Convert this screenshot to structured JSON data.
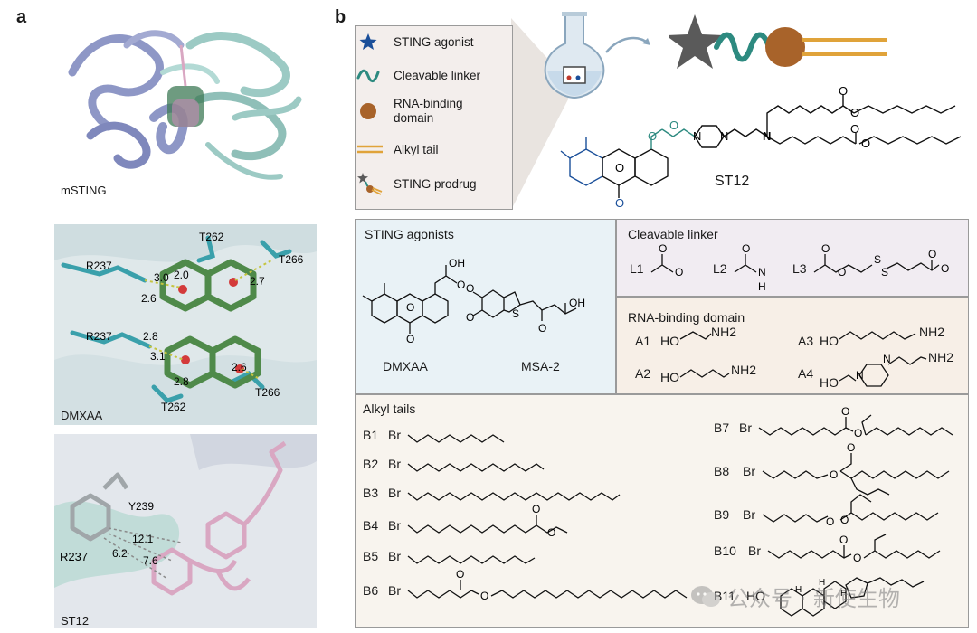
{
  "panel_a": {
    "letter": "a",
    "top_label": "mSTING",
    "mid_label": "DMXAA",
    "bot_label": "ST12",
    "mid_residues": [
      "T262",
      "R237",
      "T266",
      "R237",
      "T266",
      "T262"
    ],
    "mid_distances": [
      "3.0",
      "2.0",
      "2.6",
      "2.7",
      "2.8",
      "3.1",
      "2.6",
      "2.8"
    ],
    "bot_residues": [
      "Y239",
      "R237"
    ],
    "bot_distances": [
      "12.1",
      "6.2",
      "7.6"
    ]
  },
  "panel_b": {
    "letter": "b",
    "legend": [
      {
        "icon": "star-icon",
        "label": "STING agonist"
      },
      {
        "icon": "wave-icon",
        "label": "Cleavable linker"
      },
      {
        "icon": "sphere-icon",
        "label": "RNA-binding\ndomain"
      },
      {
        "icon": "tail-icon",
        "label": "Alkyl tail"
      },
      {
        "icon": "prodrug-icon",
        "label": "STING prodrug"
      }
    ],
    "st12_label": "ST12",
    "st12_atoms": [
      "O",
      "O",
      "N",
      "N",
      "N",
      "O",
      "O",
      "O",
      "O",
      "O",
      "O"
    ],
    "agonists": {
      "title": "STING agonists",
      "names": [
        "DMXAA",
        "MSA-2"
      ],
      "atoms": [
        "OH",
        "O",
        "O",
        "O",
        "O",
        "O",
        "S",
        "O",
        "OH"
      ]
    },
    "linkers": {
      "title": "Cleavable linker",
      "items": [
        {
          "id": "L1"
        },
        {
          "id": "L2",
          "atoms": [
            "O",
            "N",
            "H"
          ]
        },
        {
          "id": "L3",
          "atoms": [
            "O",
            "O",
            "S",
            "S",
            "O",
            "O"
          ]
        }
      ]
    },
    "rna": {
      "title": "RNA-binding domain",
      "items": [
        {
          "id": "A1",
          "left": "HO",
          "right": "NH2"
        },
        {
          "id": "A2",
          "left": "HO",
          "right": "NH2"
        },
        {
          "id": "A3",
          "left": "HO",
          "right": "NH2"
        },
        {
          "id": "A4",
          "left": "HO",
          "right": "NH2",
          "atoms": [
            "N",
            "N"
          ]
        }
      ]
    },
    "tails": {
      "title": "Alkyl tails",
      "items": [
        {
          "id": "B1",
          "br": "Br"
        },
        {
          "id": "B2",
          "br": "Br"
        },
        {
          "id": "B3",
          "br": "Br"
        },
        {
          "id": "B4",
          "br": "Br"
        },
        {
          "id": "B5",
          "br": "Br"
        },
        {
          "id": "B6",
          "br": "Br"
        },
        {
          "id": "B7",
          "br": "Br"
        },
        {
          "id": "B8",
          "br": "Br"
        },
        {
          "id": "B9",
          "br": "Br"
        },
        {
          "id": "B10",
          "br": "Br"
        },
        {
          "id": "B11",
          "br": "HO"
        }
      ],
      "atoms": [
        "O",
        "O",
        "O",
        "O",
        "O",
        "O",
        "O",
        "O",
        "O",
        "O",
        "O",
        "O",
        "H",
        "H",
        "H"
      ]
    }
  },
  "watermark": "公众号 · 新使生物",
  "colors": {
    "teal": "#2d8a80",
    "brown": "#a8632a",
    "gold": "#e0a33a",
    "star": "#5a5a5a",
    "blue": "#1a4f9a",
    "protein1": "#8e97c6",
    "protein2": "#9ccac4",
    "green": "#4f8a4a",
    "pink": "#d9a7c2"
  }
}
